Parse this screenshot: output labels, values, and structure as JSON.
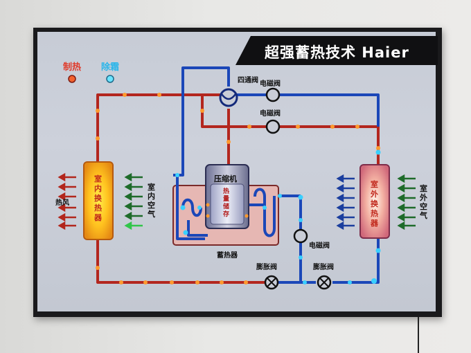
{
  "title": "超强蓄热技术 Haier",
  "indicators": {
    "heating": "制热",
    "defrost": "除霜"
  },
  "components": {
    "four_way_valve": "四通阀",
    "solenoid_valve_1": "电磁阀",
    "solenoid_valve_2": "电磁阀",
    "solenoid_valve_3": "电磁阀",
    "compressor": "压缩机",
    "heat_storage_text": "热量储存",
    "heat_storage_tank": "蓄热器",
    "indoor_exchanger": "室内换热器",
    "outdoor_exchanger": "室外换热器",
    "expansion_valve_1": "膨胀阀",
    "expansion_valve_2": "膨胀阀"
  },
  "flows": {
    "hot_air": "热风",
    "indoor_air": "室内空气",
    "outdoor_air": "室外空气"
  },
  "colors": {
    "hot_pipe": "#b3261e",
    "cold_pipe": "#1b47b8",
    "led_hot": "#ff9a2e",
    "led_cold": "#3ad0ff",
    "arrow_hot": "#b2261c",
    "arrow_green": "#1e8a2c",
    "arrow_blue": "#1b3e9e"
  }
}
